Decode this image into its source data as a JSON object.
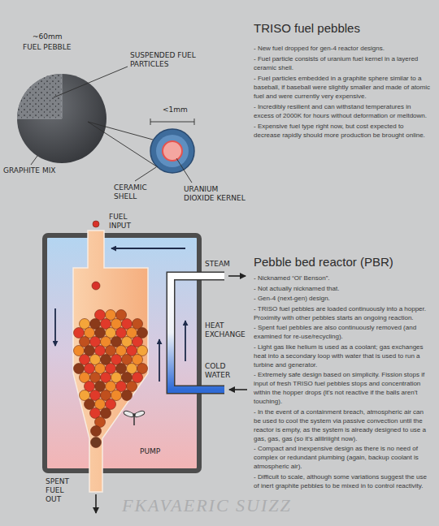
{
  "diagram": {
    "labels": [
      "~60mm",
      "FUEL PEBBLE",
      "SUSPENDED FUEL PARTICLES",
      "<1mm",
      "GRAPHITE MIX",
      "CERAMIC SHELL",
      "URANIUM DIOXIDE KERNEL",
      "TRISO fuel pebbles",
      "- New fuel dropped for gen-4 reactor designs.",
      "- Fuel particle consists of uranium fuel kernel in a layered ceramic shell.",
      "- Fuel particles embedded in a graphite sphere similar to a baseball, if baseball were slightly smaller and made of atomic fuel and were currently very expensive.",
      "- Incredibly resilient and can withstand temperatures in excess of 2000K for hours without deformation or meltdown.",
      "- Expensive fuel type right now, but cost expected to decrease rapidly should more production be brought online.",
      "Pebble bed reactor (PBR)",
      "- Nicknamed “Ol’ Benson”.",
      "- Not actually nicknamed that.",
      "- Gen-4 (next-gen) design.",
      "- TRISO fuel pebbles are loaded continuously into a hopper. Proximity with other pebbles starts an ongoing reaction.",
      "- Spent fuel pebbles are also continuously removed (and examined for re-use/recycling).",
      "- Light gas like helium is used as a coolant; gas exchanges heat into a secondary loop with water that is used to run a turbine and generator.",
      "- Extremely safe design based on simplicity. Fission stops if input of fresh TRISO fuel pebbles stops and concentration within the hopper drops (it's not reactive if the balls aren't touching).",
      "- In the event of a containment breach, atmospheric air can be used to cool the system via passive convection until the reactor is empty, as the system is already designed to use a gas, gas, gas (so it's allllriiight now).",
      "- Compact and inexpensive design as there is no need of complex or redundant plumbing (again, backup coolant is atmospheric air).",
      "- Difficult to scale, although some variations suggest the use of inert graphite pebbles to be mixed in to control reactivity.",
      "FUEL INPUT",
      "STEAM",
      "HEAT EXCHANGE",
      "COLD WATER",
      "SPENT FUEL OUT",
      "PUMP",
      "FKAVAERIC SUIZZ"
    ]
  }
}
